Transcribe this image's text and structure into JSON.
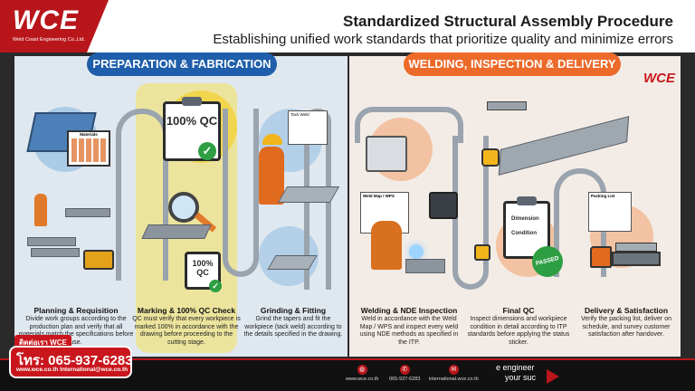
{
  "brand": {
    "logo_text": "WCE",
    "company": "Weld Coast Engineering Co.,Ltd.",
    "badge": "WCE"
  },
  "header": {
    "title": "Standardized Structural Assembly Procedure",
    "subtitle": "Establishing unified work standards that prioritize quality and minimize errors"
  },
  "sections": {
    "left": "PREPARATION & FABRICATION",
    "right": "WELDING, INSPECTION & DELIVERY"
  },
  "illustration_labels": {
    "schedule": "Materials",
    "qc_board": "100% QC",
    "qc_tag": "100% QC",
    "tack_weld": "Tack Weld",
    "weld_map": "Weld Map / WPS",
    "dimension": "Dimension",
    "condition": "Condition",
    "passed": "PASSED",
    "packing_list": "Packing List"
  },
  "steps": [
    {
      "title": "Planning & Requisition",
      "text": "Divide work groups according to the production plan and verify that all materials match the specifications before use."
    },
    {
      "title": "Marking & 100% QC Check",
      "text": "QC must verify that every workpiece is marked 100% in accordance with the drawing before proceeding to the cutting stage."
    },
    {
      "title": "Grinding & Fitting",
      "text": "Grind the tapers and fit the workpiece (tack weld) according to the details specified in the drawing."
    },
    {
      "title": "Welding & NDE Inspection",
      "text": "Weld in accordance with the Weld Map / WPS and inspect every weld using NDE methods as specified in the ITP."
    },
    {
      "title": "Final QC",
      "text": "Inspect dimensions and workpiece condition in detail according to ITP standards before applying the status sticker."
    },
    {
      "title": "Delivery & Satisfaction",
      "text": "Verify the packing list, deliver on schedule, and survey customer satisfaction after handover."
    }
  ],
  "contact": {
    "tag": "ติดต่อเรา WCE",
    "phone": "โทร: 065-937-6283",
    "web": "www.wce.co.th International@wce.co.th"
  },
  "footer": {
    "site": "www.wce.co.th",
    "phone": "065-937-6283",
    "intl": "international.wce.co.th",
    "slogan_line1": "e engineer",
    "slogan_line2": "your suc"
  },
  "colors": {
    "brand_red": "#b8161b",
    "section_blue": "#1e5eab",
    "section_orange": "#ec6a2a",
    "qc_yellow": "#f6e25a",
    "pass_green": "#2e9e43"
  }
}
